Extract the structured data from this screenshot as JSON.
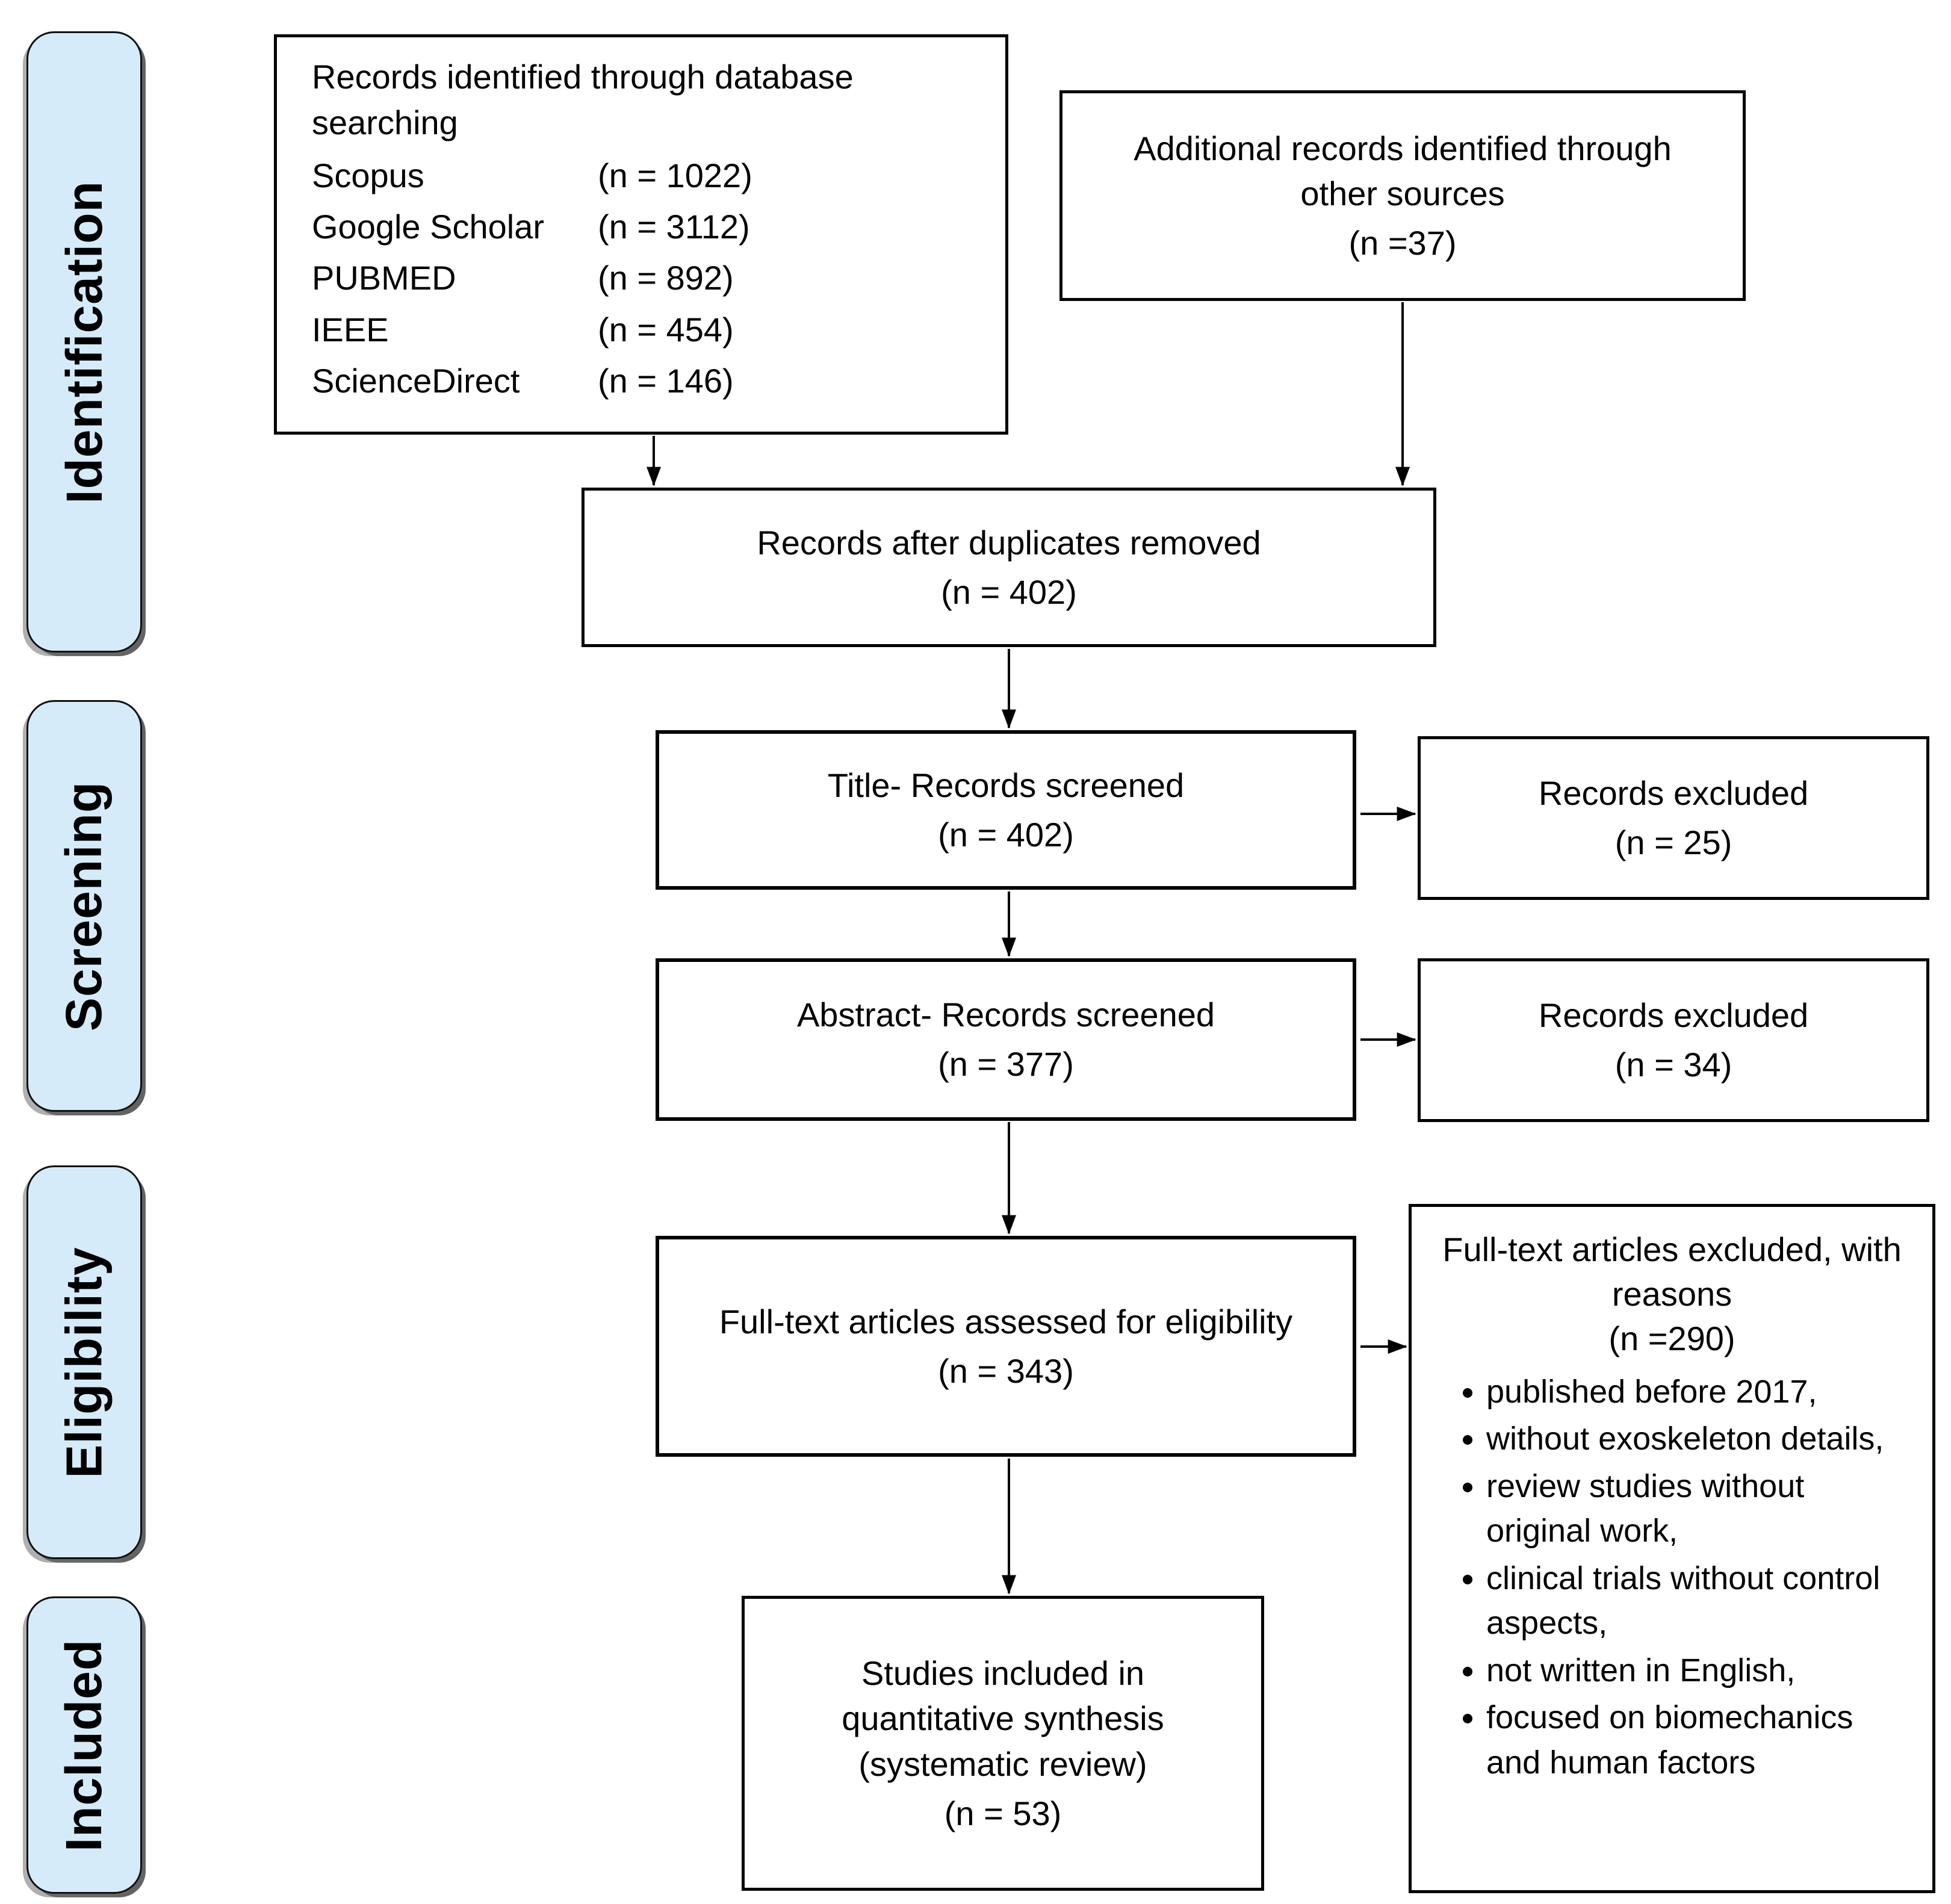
{
  "figure": {
    "stages": [
      "Identification",
      "Screening",
      "Eligibility",
      "Included"
    ],
    "boxes": {
      "database": {
        "title": "Records identified through database searching",
        "sources": [
          {
            "name": "Scopus",
            "count": "(n = 1022)"
          },
          {
            "name": "Google Scholar",
            "count": "(n = 3112)"
          },
          {
            "name": "PUBMED",
            "count": "(n = 892)"
          },
          {
            "name": "IEEE",
            "count": "(n = 454)"
          },
          {
            "name": "ScienceDirect",
            "count": "(n = 146)"
          }
        ]
      },
      "other_sources": {
        "text": "Additional records identified through other sources",
        "count": "(n =37)"
      },
      "dedup": {
        "text": "Records after duplicates removed",
        "count": "(n = 402)"
      },
      "title_screen": {
        "text": "Title- Records screened",
        "count": "(n = 402)"
      },
      "excluded_title": {
        "text": "Records excluded",
        "count": "(n = 25)"
      },
      "abstract_screen": {
        "text": "Abstract- Records screened",
        "count": "(n = 377)"
      },
      "excluded_abstract": {
        "text": "Records excluded",
        "count": "(n = 34)"
      },
      "fulltext": {
        "text": "Full-text articles assessed for eligibility",
        "count": "(n = 343)"
      },
      "reasons": {
        "title": "Full-text articles excluded, with reasons",
        "count": "(n =290)",
        "bullets": [
          "published before 2017,",
          "without exoskeleton details,",
          "review studies without original work,",
          "clinical trials without control aspects,",
          "not written in English,",
          "focused on biomechanics and human factors"
        ]
      },
      "included": {
        "text": "Studies included in quantitative synthesis (systematic review)",
        "count": "(n = 53)"
      }
    },
    "colors": {
      "stage_fill": "#d6ebfa",
      "stage_border": "#111111",
      "box_background": "#ffffff",
      "box_border": "#000000",
      "text": "#000000"
    }
  }
}
